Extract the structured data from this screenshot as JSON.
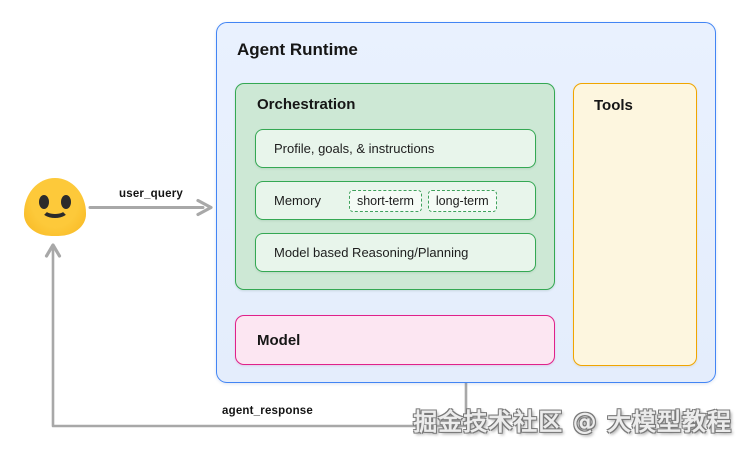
{
  "user": {
    "emoji": "smiley-face"
  },
  "arrows": {
    "user_query_label": "user_query",
    "agent_response_label": "agent_response"
  },
  "runtime": {
    "title": "Agent Runtime",
    "orchestration": {
      "title": "Orchestration",
      "profile_label": "Profile, goals, & instructions",
      "memory": {
        "label": "Memory",
        "tags": [
          "short-term",
          "long-term"
        ]
      },
      "reasoning_label": "Model based Reasoning/Planning"
    },
    "model_label": "Model",
    "tools_label": "Tools"
  },
  "watermark": "掘金技术社区 @ 大模型教程",
  "colors": {
    "runtime_border": "#4285f4",
    "runtime_fill": "#e8f0fe",
    "orchestration_border": "#34a853",
    "orchestration_fill": "#cde8d5",
    "orchestration_item_fill": "#e8f5eb",
    "model_border": "#e0218a",
    "model_fill": "#fce6f2",
    "tools_border": "#f0a500",
    "tools_fill": "#fdf6df",
    "arrow": "#a8a8a8",
    "emoji_yellow": "#fbc02d"
  }
}
